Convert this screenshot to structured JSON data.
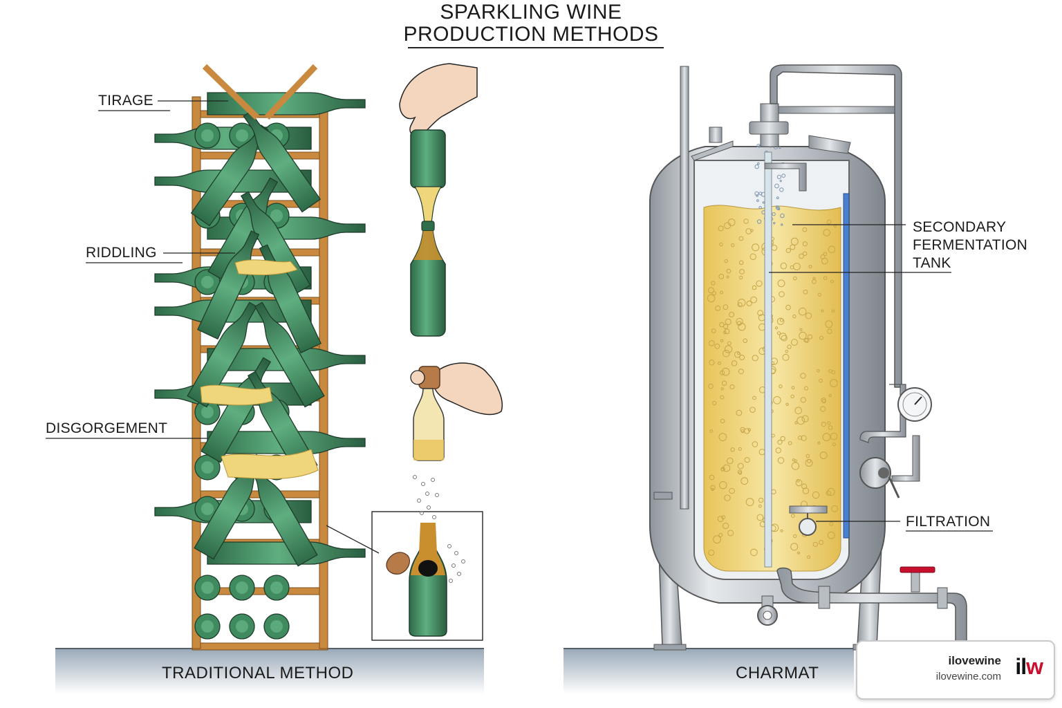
{
  "title": {
    "line1": "SPARKLING WINE",
    "line2": "PRODUCTION METHODS"
  },
  "labels": {
    "tirage": "TIRAGE",
    "riddling": "RIDDLING",
    "disgorgement": "DISGORGEMENT",
    "secondary_fermentation": [
      "SECONDARY",
      "FERMENTATION",
      "TANK"
    ],
    "filtration": "FILTRATION"
  },
  "sections": {
    "left": "TRADITIONAL METHOD",
    "right": "CHARMAT"
  },
  "brand": {
    "name": "ilovewine",
    "url": "ilovewine.com",
    "logo_il": "il",
    "logo_w": "w"
  },
  "colors": {
    "bottle": "#3f8a5f",
    "rack": "#c9893e",
    "wine": "#f0d67a",
    "steel": "#c3c8ce",
    "brand_red": "#c8102e"
  }
}
